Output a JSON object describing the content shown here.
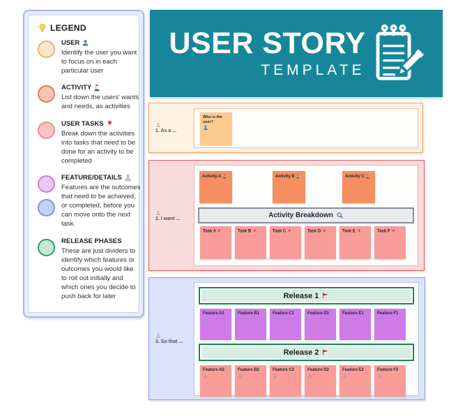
{
  "legend": {
    "title": "LEGEND",
    "items": [
      {
        "title": "USER",
        "icon": "user-icon",
        "desc": "Identify the user you want to focus on in each particular user"
      },
      {
        "title": "ACTIVITY",
        "icon": "golf-flag-icon",
        "desc": "List down the users' wants and needs, as activities"
      },
      {
        "title": "USER TASKS",
        "icon": "pushpin-icon",
        "desc": "Break down the activities into tasks that need to be done for an activity to be completed"
      },
      {
        "title": "FEATURE/DETAILS",
        "icon": "tent-icon",
        "desc": "Features are the outcomes that need to be achieved, or completed, before you can move onto the next task."
      },
      {
        "title": "RELEASE PHASES",
        "icon": "",
        "desc": "These are just dividers to identify which features or outcomes you would like to roll out initially and which ones you decide to push back for later"
      }
    ]
  },
  "banner": {
    "title": "USER STORY",
    "subtitle": "TEMPLATE",
    "icon": "notepad-pencil-icon"
  },
  "sections": {
    "as_a": {
      "label": "1. As a ...",
      "note": "Who is the user?"
    },
    "i_want": {
      "label": "2. I want ...",
      "activities": [
        "Activity A",
        "Activity B",
        "Activity C"
      ],
      "breakdown_label": "Activity Breakdown",
      "tasks": [
        "Task A",
        "Task B",
        "Task C",
        "Task D",
        "Task E",
        "Task F"
      ]
    },
    "so_that": {
      "label": "3. So that ...",
      "release1": {
        "label": "Release 1",
        "features": [
          "Feature A1",
          "Feature B1",
          "Feature C1",
          "Feature D1",
          "Feature E1",
          "Feature F1"
        ]
      },
      "release2": {
        "label": "Release 2",
        "features": [
          "Feature A2",
          "Feature B2",
          "Feature C2",
          "Feature D2",
          "Feature E2",
          "Feature F2"
        ]
      }
    }
  },
  "icons": [
    "lightbulb-icon",
    "user-icon",
    "golf-flag-icon",
    "pushpin-icon",
    "tent-icon",
    "magnifier-icon",
    "pennant-flag-icon",
    "notepad-pencil-icon",
    "person-icon"
  ],
  "colors": {
    "teal": "#17869B",
    "legend-border": "#A9B5EC",
    "s1-border": "#F0A55E",
    "s1-bg": "#FCF1E2",
    "s2-border": "#E2595C",
    "s2-bg": "#F8DCDC",
    "s3-border": "#8C9EE7",
    "s3-bg": "#DBE2F9",
    "note-user": "#FBCA8E",
    "note-activity": "#F78E61",
    "note-task": "#F99B99",
    "note-purple": "#CE7BE8",
    "note-salmon": "#F99C97",
    "release-fill": "#D9ECE2",
    "release-border": "#0F8A52",
    "bar-fill": "#E9EBEE",
    "bar-border": "#878E98"
  }
}
